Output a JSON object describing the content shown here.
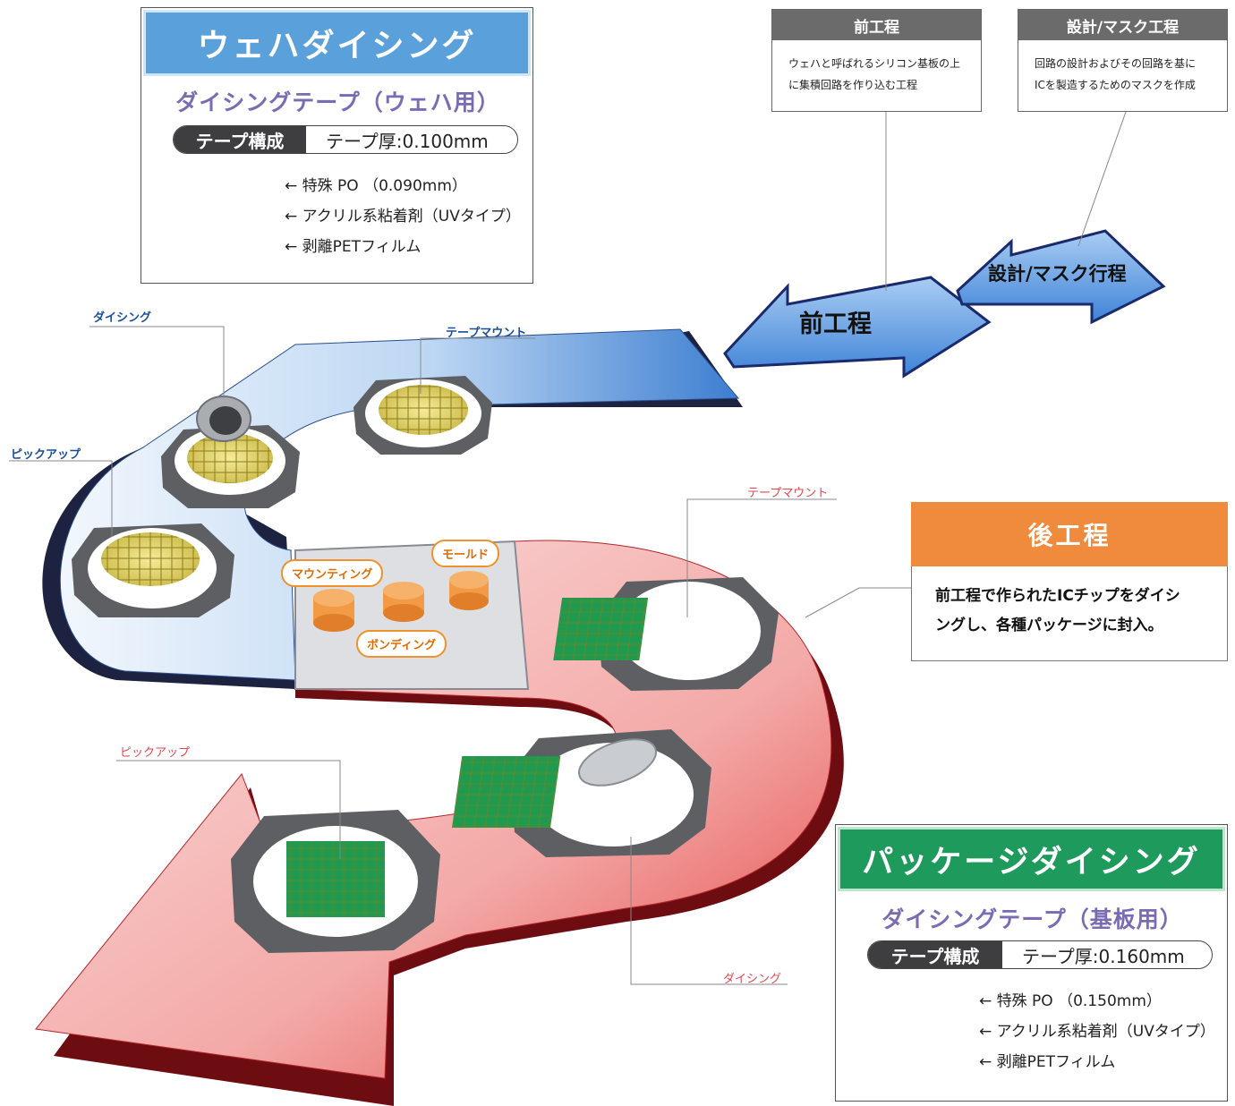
{
  "wafer_panel": {
    "title": "ウェハダイシング",
    "subtitle": "ダイシングテープ（ウェハ用）",
    "composition_label": "テープ構成",
    "thickness": "テープ厚:0.100mm",
    "layers": [
      "←  特殊 PO （0.090mm）",
      "←  アクリル系粘着剤（UVタイプ）",
      "←  剥離PETフィルム"
    ]
  },
  "package_panel": {
    "title": "パッケージダイシング",
    "subtitle": "ダイシングテープ（基板用）",
    "composition_label": "テープ構成",
    "thickness": "テープ厚:0.160mm",
    "layers": [
      "←  特殊 PO （0.150mm）",
      "←  アクリル系粘着剤（UVタイプ）",
      "←  剥離PETフィルム"
    ]
  },
  "front_process_box": {
    "title": "前工程",
    "body_line1": "ウェハと呼ばれるシリコン基板の上",
    "body_line2": "に集積回路を作り込む工程"
  },
  "mask_process_box": {
    "title": "設計/マスク工程",
    "body_line1": "回路の設計およびその回路を基に",
    "body_line2": "ICを製造するためのマスクを作成"
  },
  "back_process_box": {
    "title": "後工程",
    "body_line1": "前工程で作られたICチップをダイシ",
    "body_line2": "ングし、各種パッケージに封入。"
  },
  "arrows": {
    "front": "前工程",
    "mask": "設計/マスク行程"
  },
  "blue_labels": {
    "dicing": "ダイシング",
    "tape_mount": "テープマウント",
    "pickup": "ピックアップ"
  },
  "red_labels": {
    "tape_mount": "テープマウント",
    "pickup": "ピックアップ",
    "dicing": "ダイシング"
  },
  "callouts": {
    "mounting": "マウンティング",
    "mold": "モールド",
    "bonding": "ボンディング"
  },
  "colors": {
    "wafer_head": "#5aa0da",
    "wafer_subtitle": "#7a6bb3",
    "package_head": "#1e9a5c",
    "package_subtitle": "#7a6bb3",
    "back_head": "#f08a3c",
    "blue_label": "#1a4f9c",
    "red_label": "#e0464f",
    "callout": "#f0922b"
  }
}
